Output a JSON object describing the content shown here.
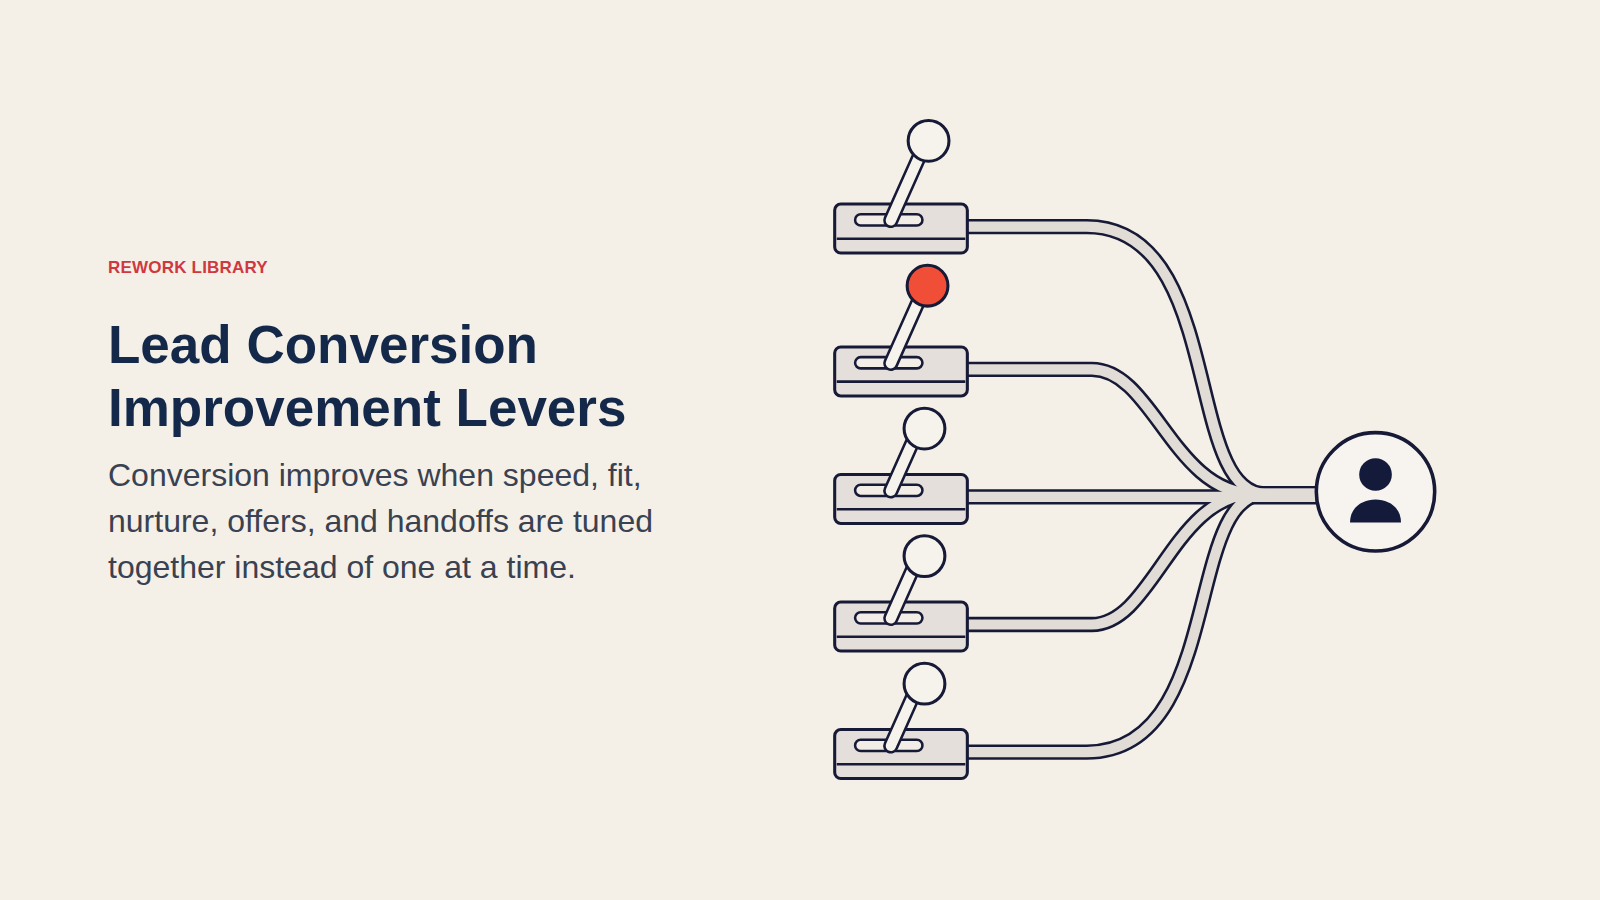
{
  "diagram": {
    "title": "Lead Conversion Improvement Levers",
    "caption": "Conversion improves when speed, fit, nurture, offers, and handoffs are tuned together instead of one at a time.",
    "labels": [
      "REWORK LIBRARY"
    ]
  }
}
